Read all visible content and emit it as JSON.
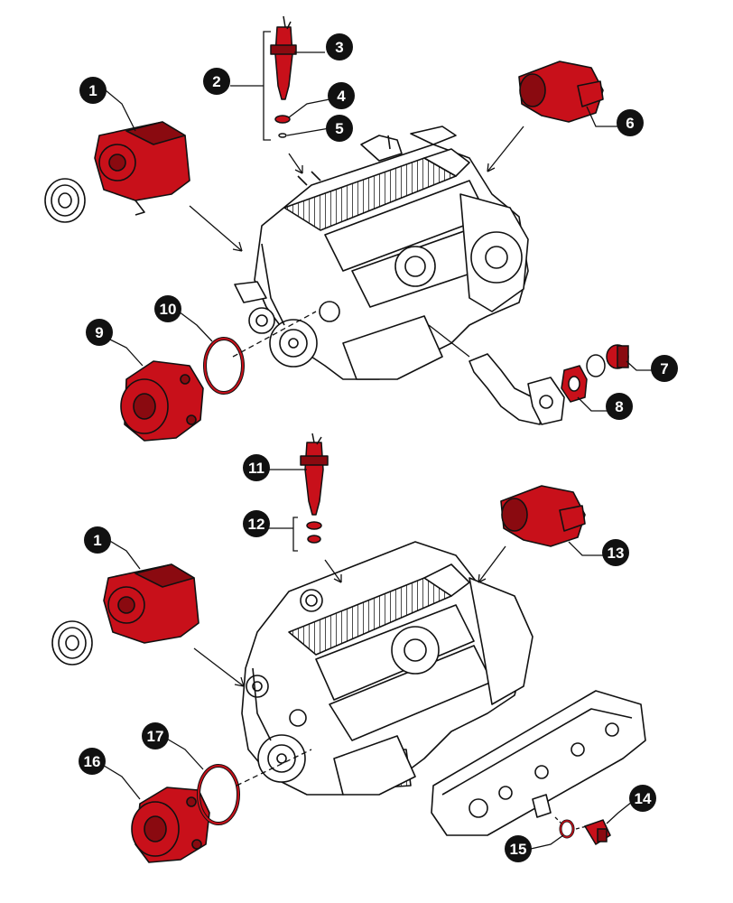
{
  "colors": {
    "highlight": "#c8101a",
    "highlight_dark": "#8a0a10",
    "line": "#111111",
    "callout_fill": "#111111",
    "callout_text": "#ffffff",
    "background": "#ffffff"
  },
  "callouts": [
    {
      "id": "c1a",
      "label": "1"
    },
    {
      "id": "c2",
      "label": "2"
    },
    {
      "id": "c3",
      "label": "3"
    },
    {
      "id": "c4",
      "label": "4"
    },
    {
      "id": "c5",
      "label": "5"
    },
    {
      "id": "c6",
      "label": "6"
    },
    {
      "id": "c7",
      "label": "7"
    },
    {
      "id": "c8",
      "label": "8"
    },
    {
      "id": "c9",
      "label": "9"
    },
    {
      "id": "c10",
      "label": "10"
    },
    {
      "id": "c11",
      "label": "11"
    },
    {
      "id": "c12",
      "label": "12"
    },
    {
      "id": "c1b",
      "label": "1"
    },
    {
      "id": "c13",
      "label": "13"
    },
    {
      "id": "c14",
      "label": "14"
    },
    {
      "id": "c15",
      "label": "15"
    },
    {
      "id": "c16",
      "label": "16"
    },
    {
      "id": "c17",
      "label": "17"
    }
  ]
}
